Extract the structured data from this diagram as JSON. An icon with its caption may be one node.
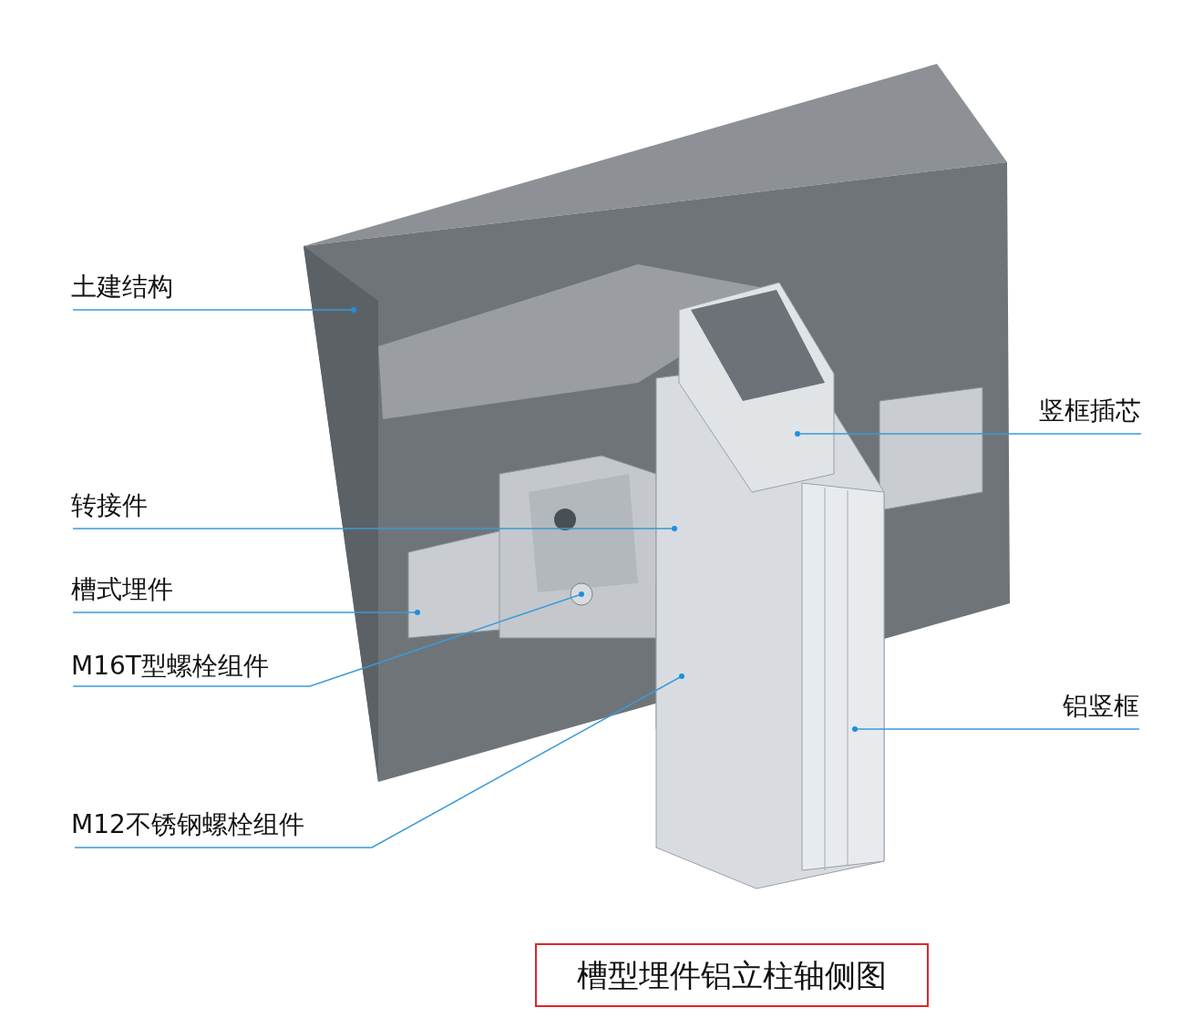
{
  "diagram": {
    "caption": "槽型埋件铝立柱轴侧图",
    "nodes": [
      {
        "text": [
          "土建结构"
        ]
      },
      {
        "text": [
          "竖框插芯"
        ]
      },
      {
        "text": [
          "转接件"
        ]
      },
      {
        "text": [
          "槽式埋件"
        ]
      },
      {
        "text": [
          "M16T型螺栓组件"
        ]
      },
      {
        "text": [
          "铝竖框"
        ]
      },
      {
        "text": [
          "M12不锈钢螺栓组件"
        ]
      }
    ],
    "edges": [
      {
        "from": 0,
        "to": null,
        "arrow": "other"
      },
      {
        "from": 1,
        "to": null,
        "arrow": "other"
      },
      {
        "from": 2,
        "to": null,
        "arrow": "other"
      },
      {
        "from": 3,
        "to": null,
        "arrow": "other"
      },
      {
        "from": 4,
        "to": null,
        "arrow": "other"
      },
      {
        "from": 5,
        "to": null,
        "arrow": "other"
      },
      {
        "from": 6,
        "to": null,
        "arrow": "other"
      }
    ]
  }
}
